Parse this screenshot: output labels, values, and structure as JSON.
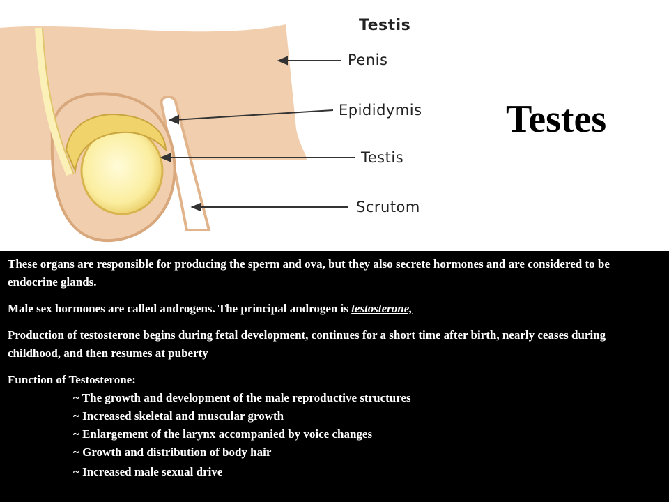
{
  "diagram": {
    "title": "Testis",
    "labels": {
      "penis": "Penis",
      "epididymis": "Epididymis",
      "testis": "Testis",
      "scrotum": "Scrutom"
    }
  },
  "slide": {
    "title": "Testes"
  },
  "text": {
    "p1": "These organs are responsible for producing the sperm and ova, but they also secrete hormones and are considered to be endocrine glands.",
    "p2_prefix": "Male sex hormones are called androgens. The principal androgen is ",
    "p2_term": "testosterone,",
    "p3": "Production of testosterone begins during fetal development, continues for a short time after birth, nearly ceases during childhood, and then resumes at puberty",
    "function_heading": "Function of Testosterone:",
    "functions": [
      "~ The growth and development of the male reproductive structures",
      "~ Increased skeletal and muscular growth",
      "~ Enlargement of the larynx accompanied by voice changes",
      "~ Growth and distribution of body hair",
      "~ Increased male sexual drive"
    ]
  },
  "colors": {
    "skin": "#f1cfae",
    "skin_dark": "#e2b48c",
    "testis": "#fdf3a8",
    "epididymis": "#f0d36a",
    "textbox_bg": "#000000",
    "text": "#ffffff"
  }
}
